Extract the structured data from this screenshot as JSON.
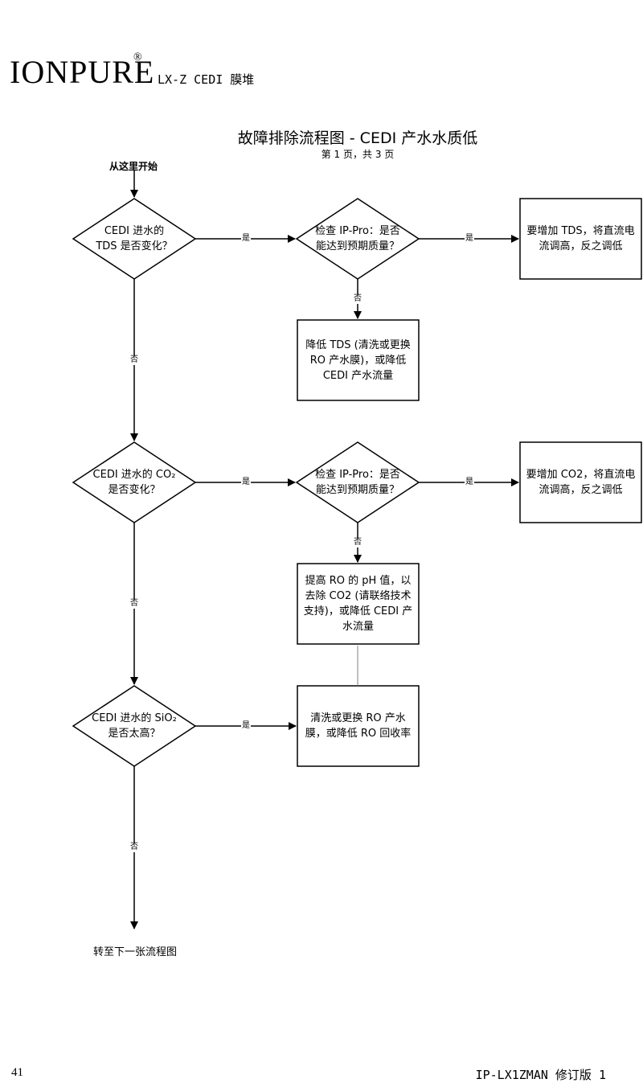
{
  "header": {
    "brand": "IONPURE",
    "registered": "®",
    "model": "LX-Z CEDI 膜堆"
  },
  "diagram": {
    "title": "故障排除流程图 - CEDI 产水水质低",
    "subtitle": "第 1 页，共 3 页",
    "start_label": "从这里开始",
    "end_label": "转至下一张流程图",
    "nodes": {
      "d1": "CEDI 进水的\nTDS 是否变化？",
      "d2": "检查 IP-Pro：是否\n能达到预期质量？",
      "b1": "要增加 TDS，将直流电\n流调高，反之调低",
      "b2": "降低 TDS (清洗或更换\nRO 产水膜)，或降低\nCEDI 产水流量",
      "d3": "CEDI 进水的 CO₂\n是否变化？",
      "d4": "检查 IP-Pro：是否\n能达到预期质量？",
      "b3": "要增加 CO2，将直流电\n流调高，反之调低",
      "b4": "提高 RO 的 pH 值，以\n去除 CO2 (请联络技术\n支持)，或降低 CEDI 产\n水流量",
      "d5": "CEDI 进水的 SiO₂\n是否太高？",
      "b5": "清洗或更换 RO 产水\n膜，或降低 RO 回收率"
    },
    "edge_labels": {
      "yes": "是",
      "no": "否"
    }
  },
  "footer": {
    "page_number": "41",
    "doc_id": "IP-LX1ZMAN 修订版 1"
  }
}
